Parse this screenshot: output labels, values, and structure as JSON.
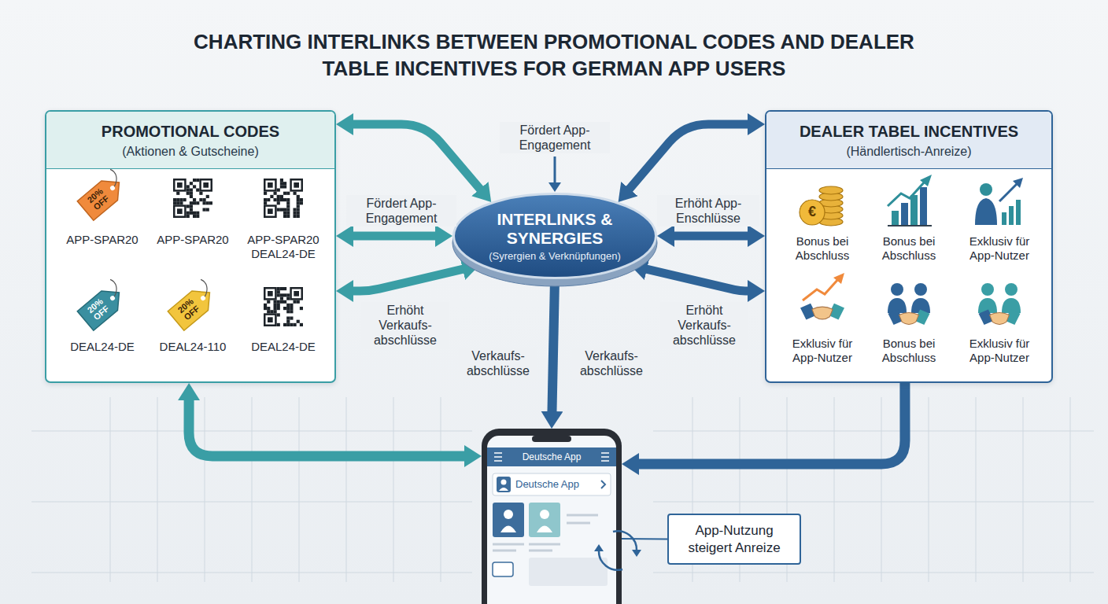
{
  "diagram": {
    "title": "CHARTING INTERLINKS BETWEEN PROMOTIONAL CODES AND DEALER TABLE INCENTIVES FOR GERMAN APP USERS",
    "nodes": [
      {
        "text": [
          "PROMOTIONAL CODES",
          "(Aktionen & Gutscheine)"
        ]
      },
      {
        "text": [
          "INTERLINKS & SYNERGIES",
          "(Syrergien & Verknüpfungen)"
        ]
      },
      {
        "text": [
          "DEALER TABEL INCENTIVES",
          "(Händlertisch-Anreize)"
        ]
      },
      {
        "text": [
          "Deutsche App",
          "Deutsche App"
        ]
      },
      {
        "text": [
          "App-Nutzung steigert Anreize"
        ]
      }
    ],
    "edges": [
      {
        "from": 0,
        "to": 1,
        "arrow": "both"
      },
      {
        "from": 0,
        "to": 1,
        "arrow": "both",
        "label": "Fördert App-Engagement"
      },
      {
        "from": 0,
        "to": 1,
        "arrow": "both",
        "label": "Erhöht Verkaufs- abschlüsse"
      },
      {
        "from": 2,
        "to": 1,
        "arrow": "both"
      },
      {
        "from": 2,
        "to": 1,
        "arrow": "both",
        "label": "Erhöht App-Enschlüsse"
      },
      {
        "from": 2,
        "to": 1,
        "arrow": "both",
        "label": "Erhöht Verkaufs- abschlüsse"
      },
      {
        "from": 1,
        "to": 3,
        "arrow": "to",
        "label": "Verkaufs- abschlüsse"
      },
      {
        "from": 0,
        "to": 3,
        "arrow": "both"
      },
      {
        "from": 2,
        "to": 3,
        "arrow": "to"
      },
      {
        "from": 3,
        "to": 4,
        "arrow": "none"
      }
    ],
    "labels": [
      "Fördert App-Engagement",
      "20% OFF",
      "APP-SPAR20",
      "APP-SPAR20",
      "APP-SPAR20 DEAL24-DE",
      "20% OFF",
      "DEAL24-DE",
      "20% OFF",
      "DEAL24-110",
      "DEAL24-DE",
      "€",
      "Bonus bei Abschluss",
      "Bonus bei Abschluss",
      "Exklusiv für App-Nutzer",
      "Exklusiv für App-Nutzer",
      "Bonus bei Abschluss",
      "Exklusiv für App-Nutzer",
      "Verkaufs- abschlüsse"
    ]
  }
}
